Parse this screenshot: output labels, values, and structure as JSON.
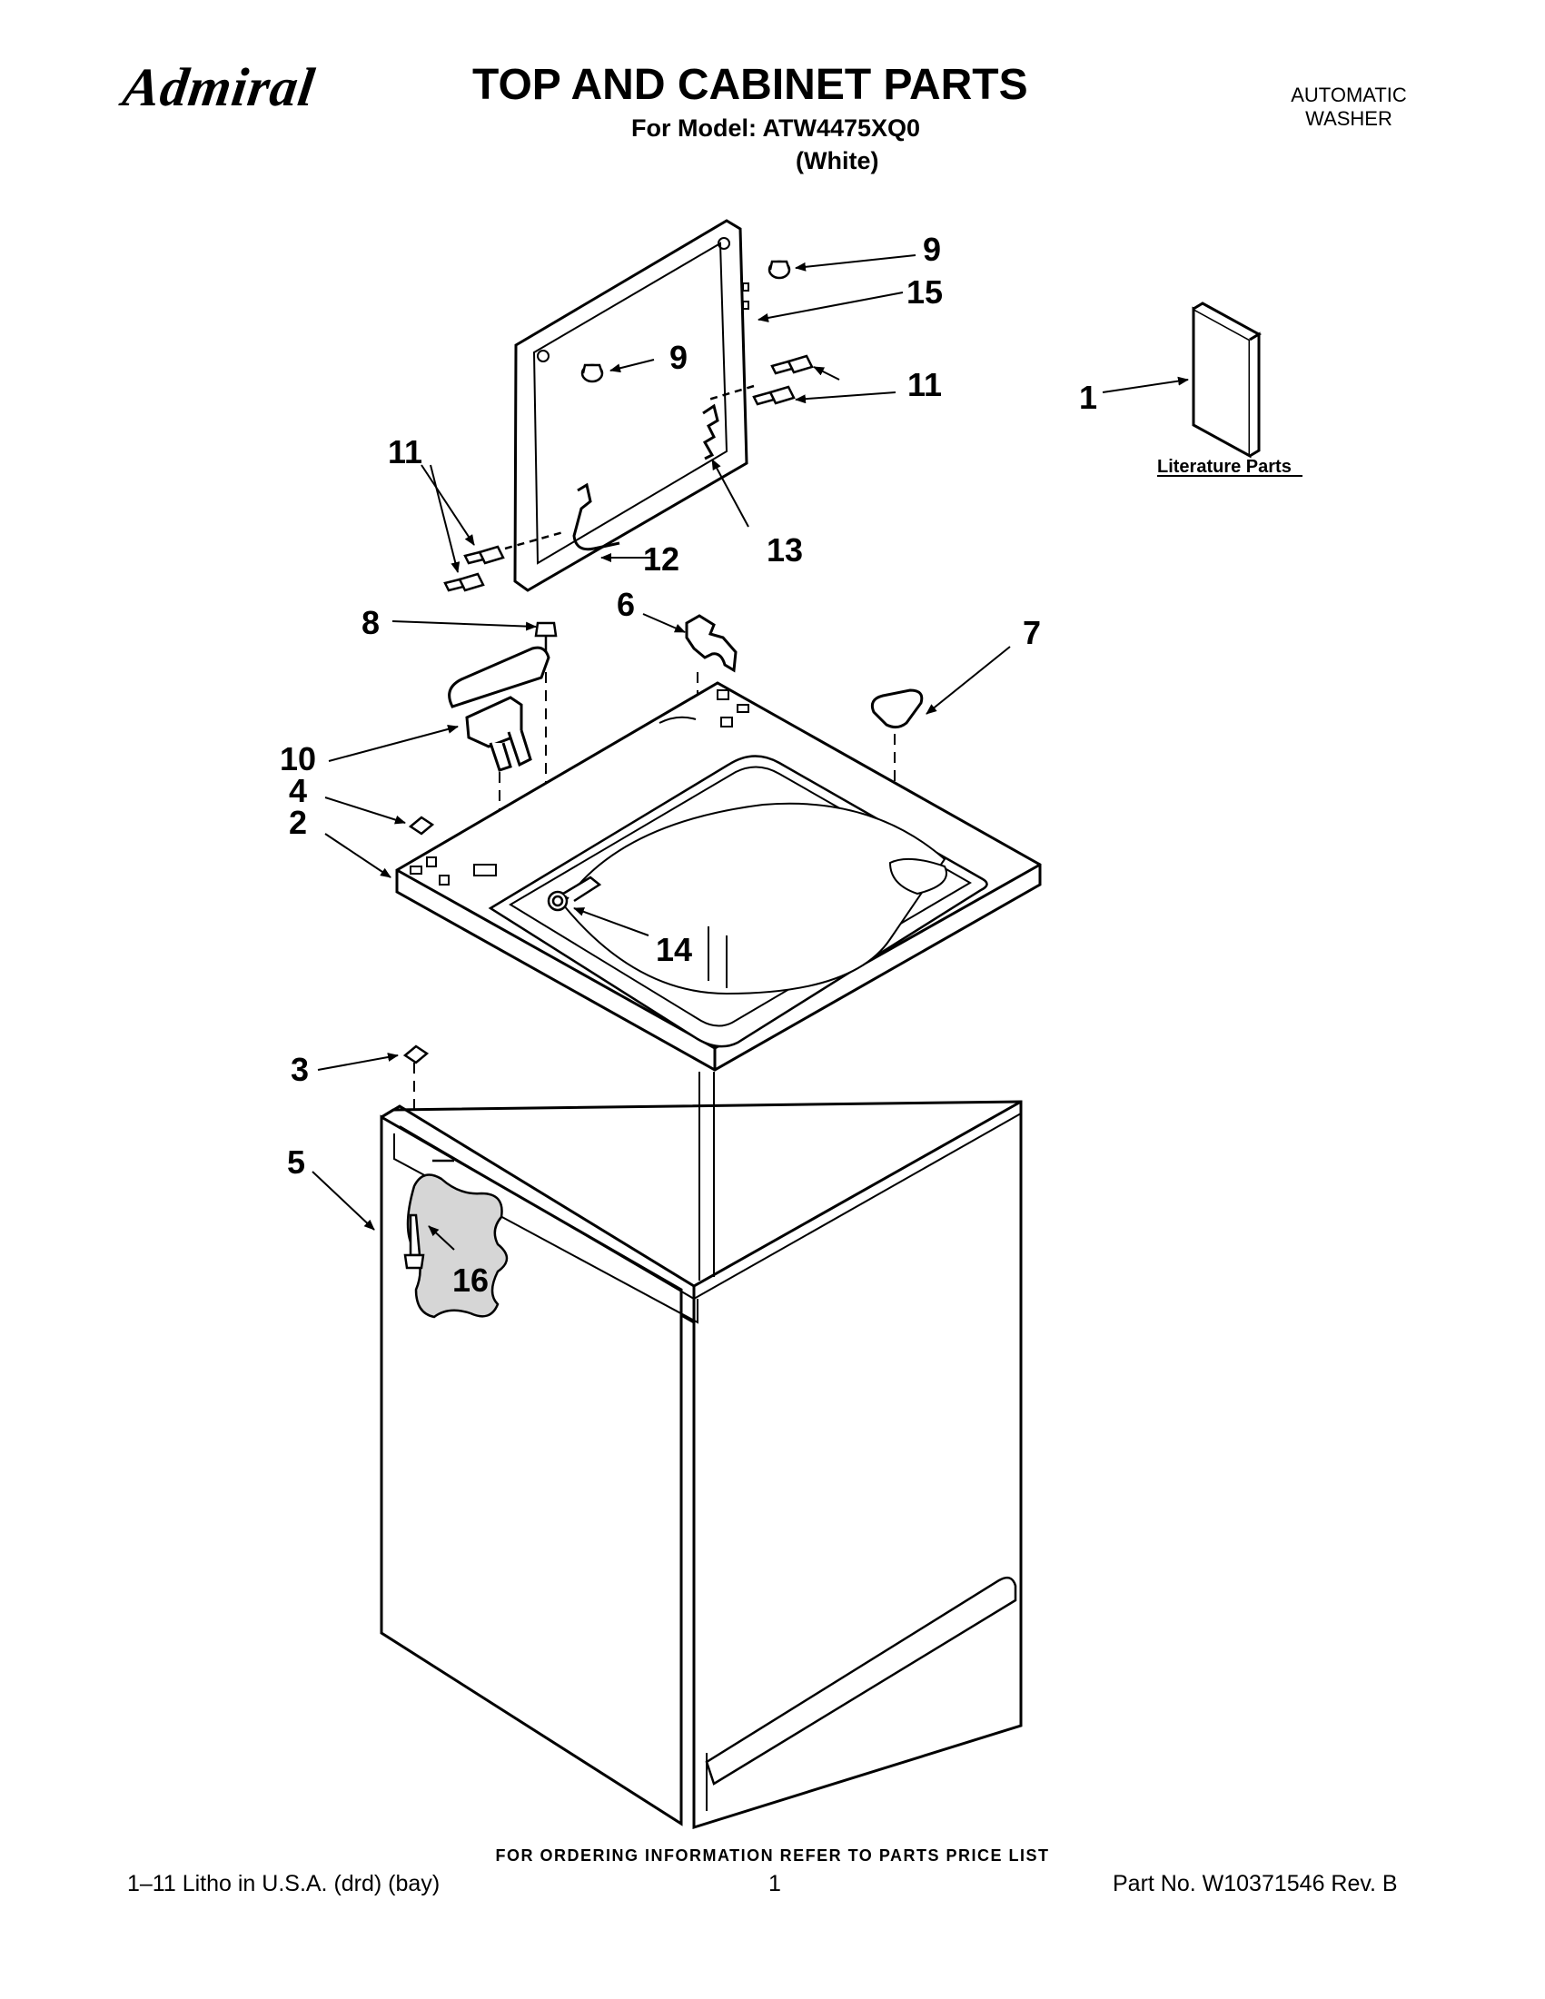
{
  "header": {
    "brand": "Admiral",
    "title": "TOP AND CABINET PARTS",
    "model_line": "For Model: ATW4475XQ0",
    "color_line": "(White)",
    "product_line1": "AUTOMATIC",
    "product_line2": "WASHER"
  },
  "diagram": {
    "literature_label": "Literature Parts",
    "callouts": [
      "1",
      "2",
      "3",
      "4",
      "5",
      "6",
      "7",
      "8",
      "9",
      "9",
      "10",
      "11",
      "11",
      "12",
      "13",
      "14",
      "15",
      "16"
    ]
  },
  "footer": {
    "ordering_note": "FOR ORDERING INFORMATION REFER TO PARTS PRICE LIST",
    "litho": "1–11 Litho in U.S.A. (drd) (bay)",
    "page_number": "1",
    "part_number": "Part No. W10371546 Rev. B"
  }
}
